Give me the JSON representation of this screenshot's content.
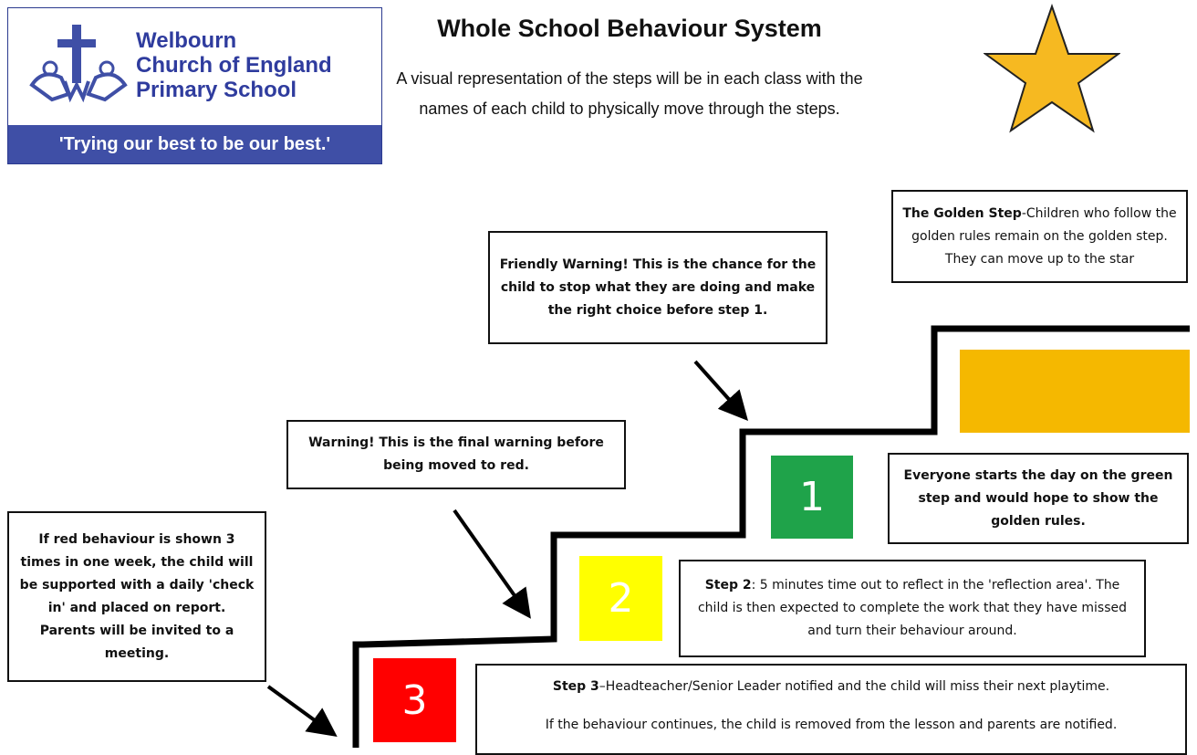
{
  "school": {
    "name": "Welbourn\nChurch of England\nPrimary School",
    "motto": "'Trying our best to be our best.'"
  },
  "header": {
    "title": "Whole School Behaviour System",
    "subtitle": "A visual representation of the steps will be in each class with the names of each child to physically move through the steps."
  },
  "notes": {
    "golden_step_label": "The Golden Step",
    "golden_step_text": "-Children who follow the golden rules remain on the golden step. They can move up to the star",
    "friendly_warning": "Friendly Warning! This is the chance for the child to stop what they are doing and make the right choice before step 1.",
    "warning": "Warning! This is the final warning before being moved to red.",
    "red_repeat": "If red behaviour is shown 3 times in one week, the child will be supported with  a daily 'check in' and placed on report. Parents will be invited to a meeting.",
    "green_start": "Everyone starts the day on the green step and would hope to show the golden rules.",
    "step2_label": "Step 2",
    "step2_text": ": 5 minutes time out to reflect in the 'reflection area'. The child is then expected to complete the work that they have missed and turn their behaviour around.",
    "step3_label": "Step 3",
    "step3_line1": "–Headteacher/Senior Leader notified and the child will miss their next playtime.",
    "step3_line2": "If the behaviour continues, the child is removed from the lesson and parents are notified."
  },
  "steps": [
    {
      "number": "1",
      "color": "#1fa34a"
    },
    {
      "number": "2",
      "color": "#ffff00"
    },
    {
      "number": "3",
      "color": "#ff0000"
    }
  ],
  "colors": {
    "golden": "#f5b800",
    "star": "#f6b921",
    "brand": "#3f4fa6"
  },
  "icons": [
    "cross-logo-icon",
    "star-icon",
    "arrow-icon"
  ]
}
